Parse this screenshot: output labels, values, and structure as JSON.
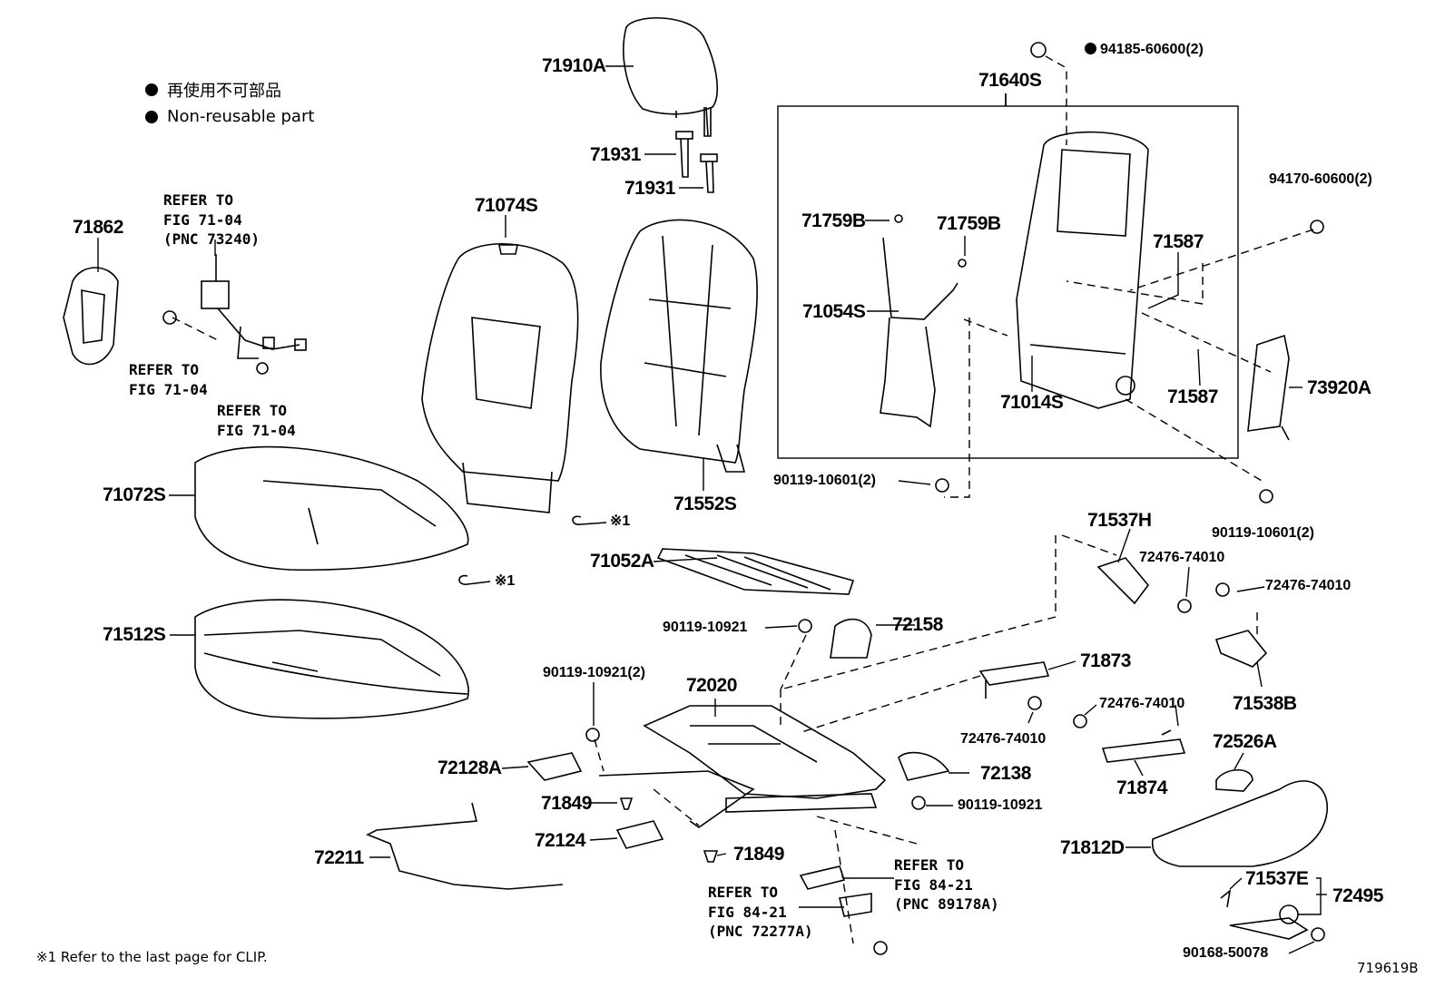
{
  "legend": {
    "items": [
      {
        "text": "再使用不可部品"
      },
      {
        "text": "Non-reusable part"
      }
    ]
  },
  "labels": {
    "p71910A": "71910A",
    "p71931a": "71931",
    "p71931b": "71931",
    "p71640S": "71640S",
    "p94185": "94185-60600(2)",
    "p94170": "94170-60600(2)",
    "p71759Ba": "71759B",
    "p71759Bb": "71759B",
    "p71587a": "71587",
    "p71587b": "71587",
    "p71054S": "71054S",
    "p71014S": "71014S",
    "p73920A": "73920A",
    "p71862": "71862",
    "p71074S": "71074S",
    "p71552S": "71552S",
    "p71072S": "71072S",
    "p71512S": "71512S",
    "p71052A": "71052A",
    "p90119_10601a": "90119-10601(2)",
    "p90119_10601b": "90119-10601(2)",
    "p71537H": "71537H",
    "p72476a": "72476-74010",
    "p72476b": "72476-74010",
    "p72476c": "72476-74010",
    "p72476d": "72476-74010",
    "p71538B": "71538B",
    "p90119_10921a": "90119-10921",
    "p72158": "72158",
    "p71873": "71873",
    "p90119_10921b": "90119-10921(2)",
    "p72020": "72020",
    "p72128A": "72128A",
    "p72138": "72138",
    "p72526A": "72526A",
    "p71874": "71874",
    "p71849a": "71849",
    "p71849b": "71849",
    "p90119_10921c": "90119-10921",
    "p72124": "72124",
    "p72211": "72211",
    "p71812D": "71812D",
    "p71537E": "71537E",
    "p72495": "72495",
    "p90168": "90168-50078",
    "clip1": "※1",
    "clip2": "※1"
  },
  "refs": {
    "r1": "REFER TO\nFIG 71-04\n(PNC 73240)",
    "r2": "REFER TO\nFIG 71-04",
    "r3": "REFER TO\nFIG 71-04",
    "r4": "REFER TO\nFIG 84-21\n(PNC 89178A)",
    "r5": "REFER TO\nFIG 84-21\n(PNC 72277A)"
  },
  "footnote": "※1  Refer to the last page for CLIP.",
  "figure_id": "719619B"
}
